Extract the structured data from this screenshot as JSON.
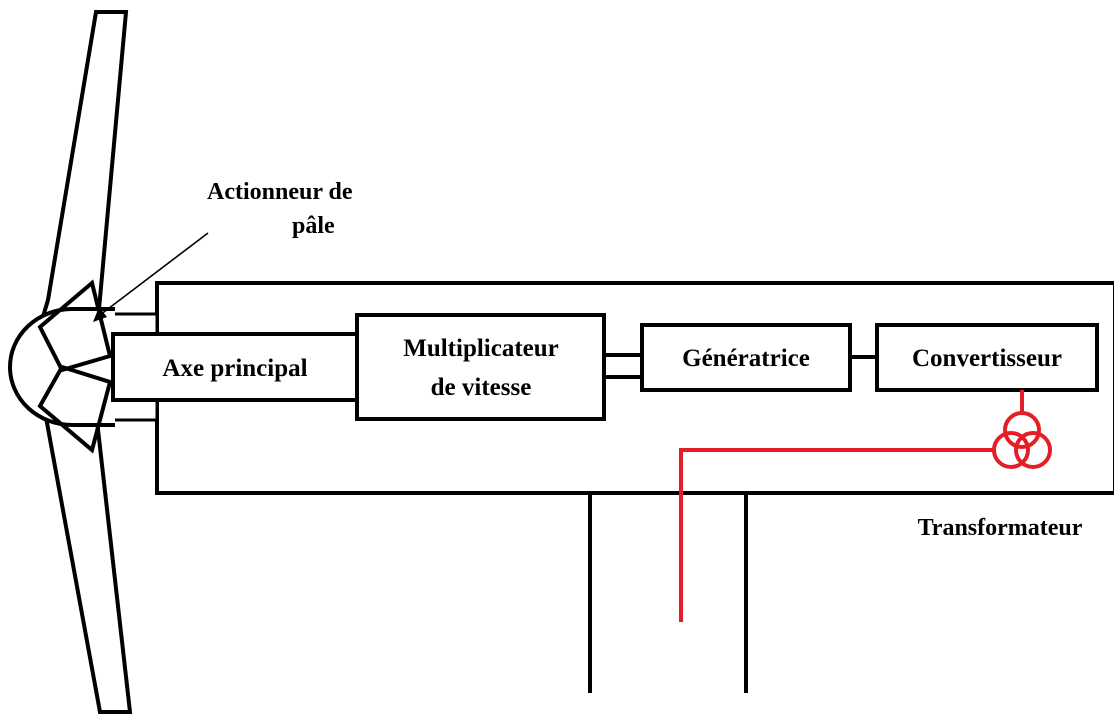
{
  "labels": {
    "blade_actuator_line1": "Actionneur de",
    "blade_actuator_line2": "pâle",
    "main_shaft": "Axe principal",
    "gearbox_line1": "Multiplicateur",
    "gearbox_line2": "de vitesse",
    "generator": "Génératrice",
    "converter": "Convertisseur",
    "transformer": "Transformateur"
  },
  "colors": {
    "stroke": "#000000",
    "power_line": "#e41e26",
    "background": "#ffffff"
  }
}
